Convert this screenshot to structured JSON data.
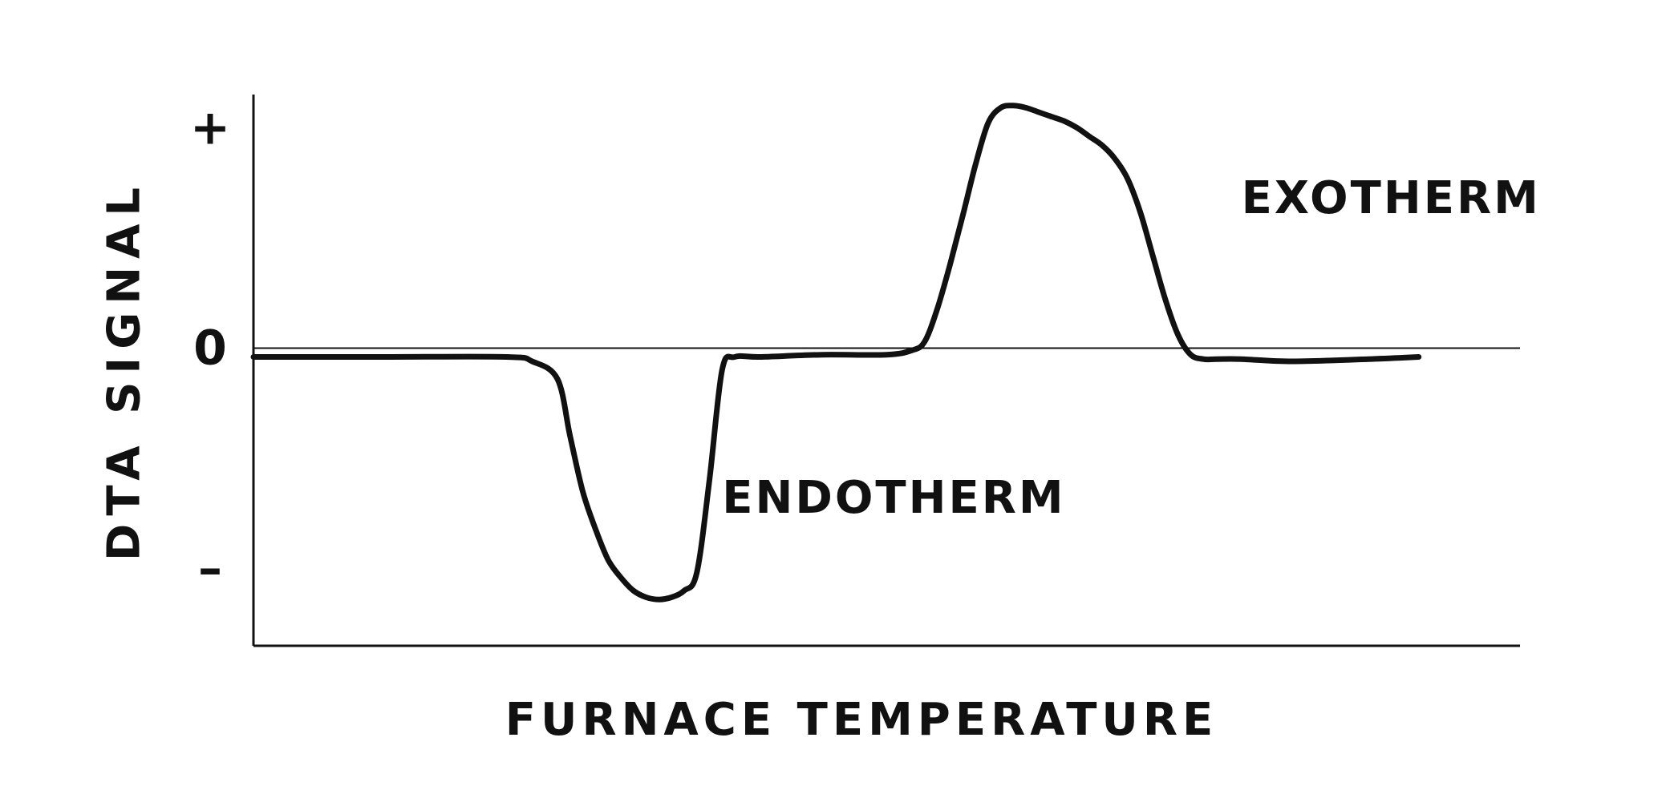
{
  "chart_data": {
    "type": "line",
    "title": "",
    "xlabel": "FURNACE TEMPERATURE",
    "ylabel": "DTA SIGNAL",
    "ytick_labels": [
      {
        "value": 1,
        "label": "+"
      },
      {
        "value": 0,
        "label": "0"
      },
      {
        "value": -1,
        "label": "–"
      }
    ],
    "xlim": [
      0,
      100
    ],
    "ylim": [
      -1.35,
      1.15
    ],
    "grid": false,
    "baseline": 0,
    "series": [
      {
        "x": [
          0,
          10,
          20,
          22,
          24,
          25,
          26,
          27,
          28,
          29,
          30,
          31,
          32,
          33,
          34,
          35,
          36,
          37,
          38,
          40,
          45,
          50,
          52,
          53,
          54,
          55,
          56,
          57,
          58,
          59,
          60,
          61,
          62,
          63,
          64,
          65,
          66,
          67,
          68,
          69,
          70,
          71,
          72,
          73,
          74,
          75,
          76,
          78,
          82,
          88,
          92
        ],
        "y": [
          -0.04,
          -0.04,
          -0.04,
          -0.06,
          -0.14,
          -0.4,
          -0.65,
          -0.82,
          -0.96,
          -1.04,
          -1.1,
          -1.13,
          -1.14,
          -1.13,
          -1.1,
          -1.02,
          -0.6,
          -0.1,
          -0.04,
          -0.04,
          -0.03,
          -0.03,
          -0.01,
          0.03,
          0.18,
          0.38,
          0.6,
          0.83,
          1.02,
          1.09,
          1.1,
          1.09,
          1.07,
          1.05,
          1.03,
          1.0,
          0.96,
          0.92,
          0.86,
          0.77,
          0.62,
          0.42,
          0.22,
          0.06,
          -0.03,
          -0.05,
          -0.05,
          -0.05,
          -0.06,
          -0.05,
          -0.04
        ]
      }
    ],
    "annotations": [
      {
        "text": "EXOTHERM",
        "x": 78,
        "y": 0.68
      },
      {
        "text": "ENDOTHERM",
        "x": 37,
        "y": -0.68
      }
    ]
  }
}
